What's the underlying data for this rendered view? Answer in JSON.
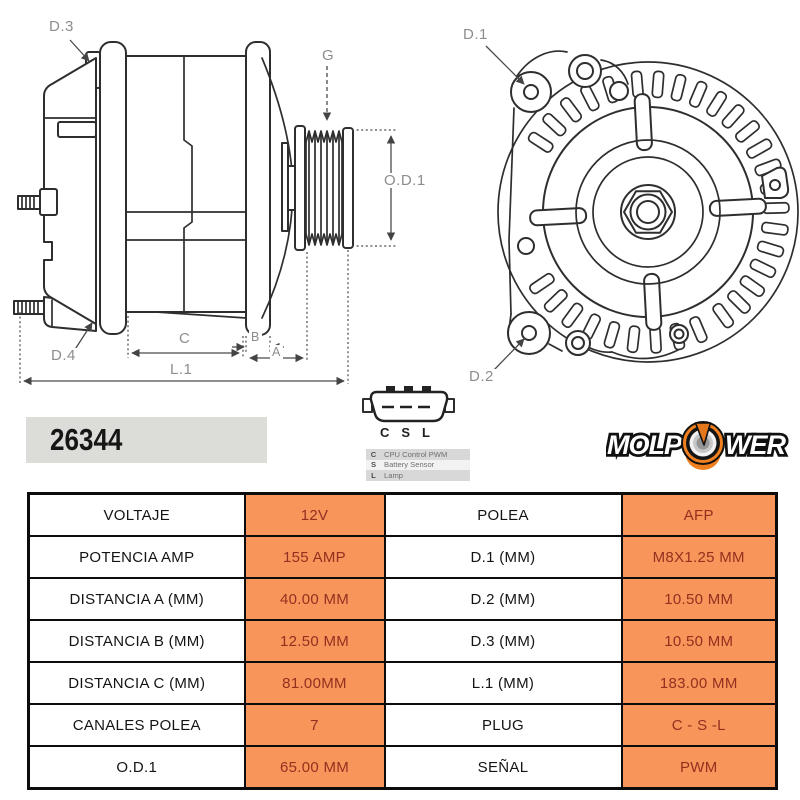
{
  "part_number": "26344",
  "logo": {
    "left": "MOLP",
    "right": "WER"
  },
  "drawing_labels": {
    "d1": "D.1",
    "d2": "D.2",
    "d3": "D.3",
    "d4": "D.4",
    "g": "G",
    "od1": "O.D.1",
    "c": "C",
    "b": "B",
    "a": "A",
    "l1": "L.1"
  },
  "connector": {
    "pins": [
      "C",
      "S",
      "L"
    ],
    "legend": [
      {
        "key": "C",
        "desc": "CPU Control PWM"
      },
      {
        "key": "S",
        "desc": "Battery Sensor"
      },
      {
        "key": "L",
        "desc": "Lamp"
      }
    ]
  },
  "colors": {
    "accent_orange": "#F8955B",
    "value_text": "#93301F",
    "logo_orange": "#EF7F1F",
    "panel_gray": "#DCDCD9",
    "table_border": "#0C0C0C"
  },
  "spec_table": {
    "rows": [
      {
        "label1": "VOLTAJE",
        "value1": "12V",
        "label2": "POLEA",
        "value2": "AFP"
      },
      {
        "label1": "POTENCIA AMP",
        "value1": "155 AMP",
        "label2": "D.1 (MM)",
        "value2": "M8X1.25 MM"
      },
      {
        "label1": "DISTANCIA A (MM)",
        "value1": "40.00 MM",
        "label2": "D.2 (MM)",
        "value2": "10.50 MM"
      },
      {
        "label1": "DISTANCIA B (MM)",
        "value1": "12.50 MM",
        "label2": "D.3 (MM)",
        "value2": "10.50 MM"
      },
      {
        "label1": "DISTANCIA C (MM)",
        "value1": "81.00MM",
        "label2": "L.1 (MM)",
        "value2": "183.00 MM"
      },
      {
        "label1": "CANALES POLEA",
        "value1": "7",
        "label2": "PLUG",
        "value2": "C - S -L"
      },
      {
        "label1": "O.D.1",
        "value1": "65.00 MM",
        "label2": "SEÑAL",
        "value2": "PWM"
      }
    ]
  }
}
